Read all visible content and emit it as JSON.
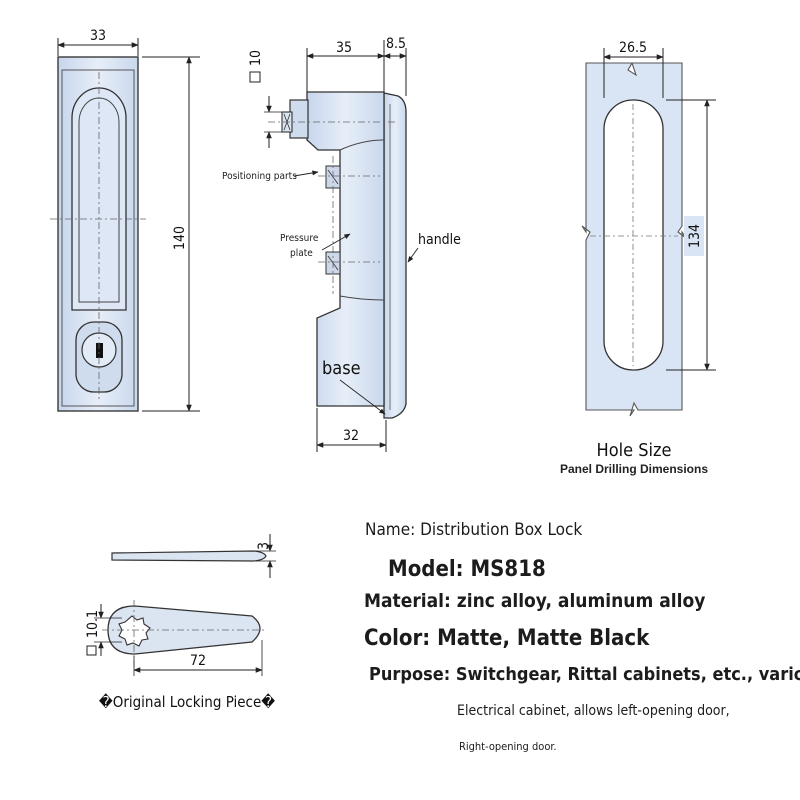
{
  "front_view": {
    "width_label": "33",
    "height_label": "140"
  },
  "side_view": {
    "square_label": "10",
    "depth_label": "35",
    "handle_depth_label": "8.5",
    "base_width_label": "32",
    "positioning_parts": "Positioning parts",
    "pressure_plate_line1": "Pressure",
    "pressure_plate_line2": "plate",
    "handle": "handle",
    "base": "base"
  },
  "hole_view": {
    "width_label": "26.5",
    "height_label": "134",
    "title": "Hole Size",
    "subtitle": "Panel Drilling Dimensions"
  },
  "locking_piece": {
    "thickness_label": "3",
    "square_label": "10.1",
    "length_label": "72",
    "caption": "�Original Locking Piece�"
  },
  "specs": {
    "name": "Name: Distribution Box Lock",
    "model": "Model: MS818",
    "material": "Material: zinc alloy, aluminum alloy",
    "color": "Color: Matte, Matte Black",
    "purpose_line1": "Purpose: Switchgear, Rittal cabinets, etc., various",
    "purpose_line2": "Electrical cabinet, allows left-opening door,",
    "purpose_line3": "Right-opening door."
  },
  "colors": {
    "part_fill": "#d6e3f3",
    "part_edge": "#3c3c3c",
    "line": "#222222"
  }
}
